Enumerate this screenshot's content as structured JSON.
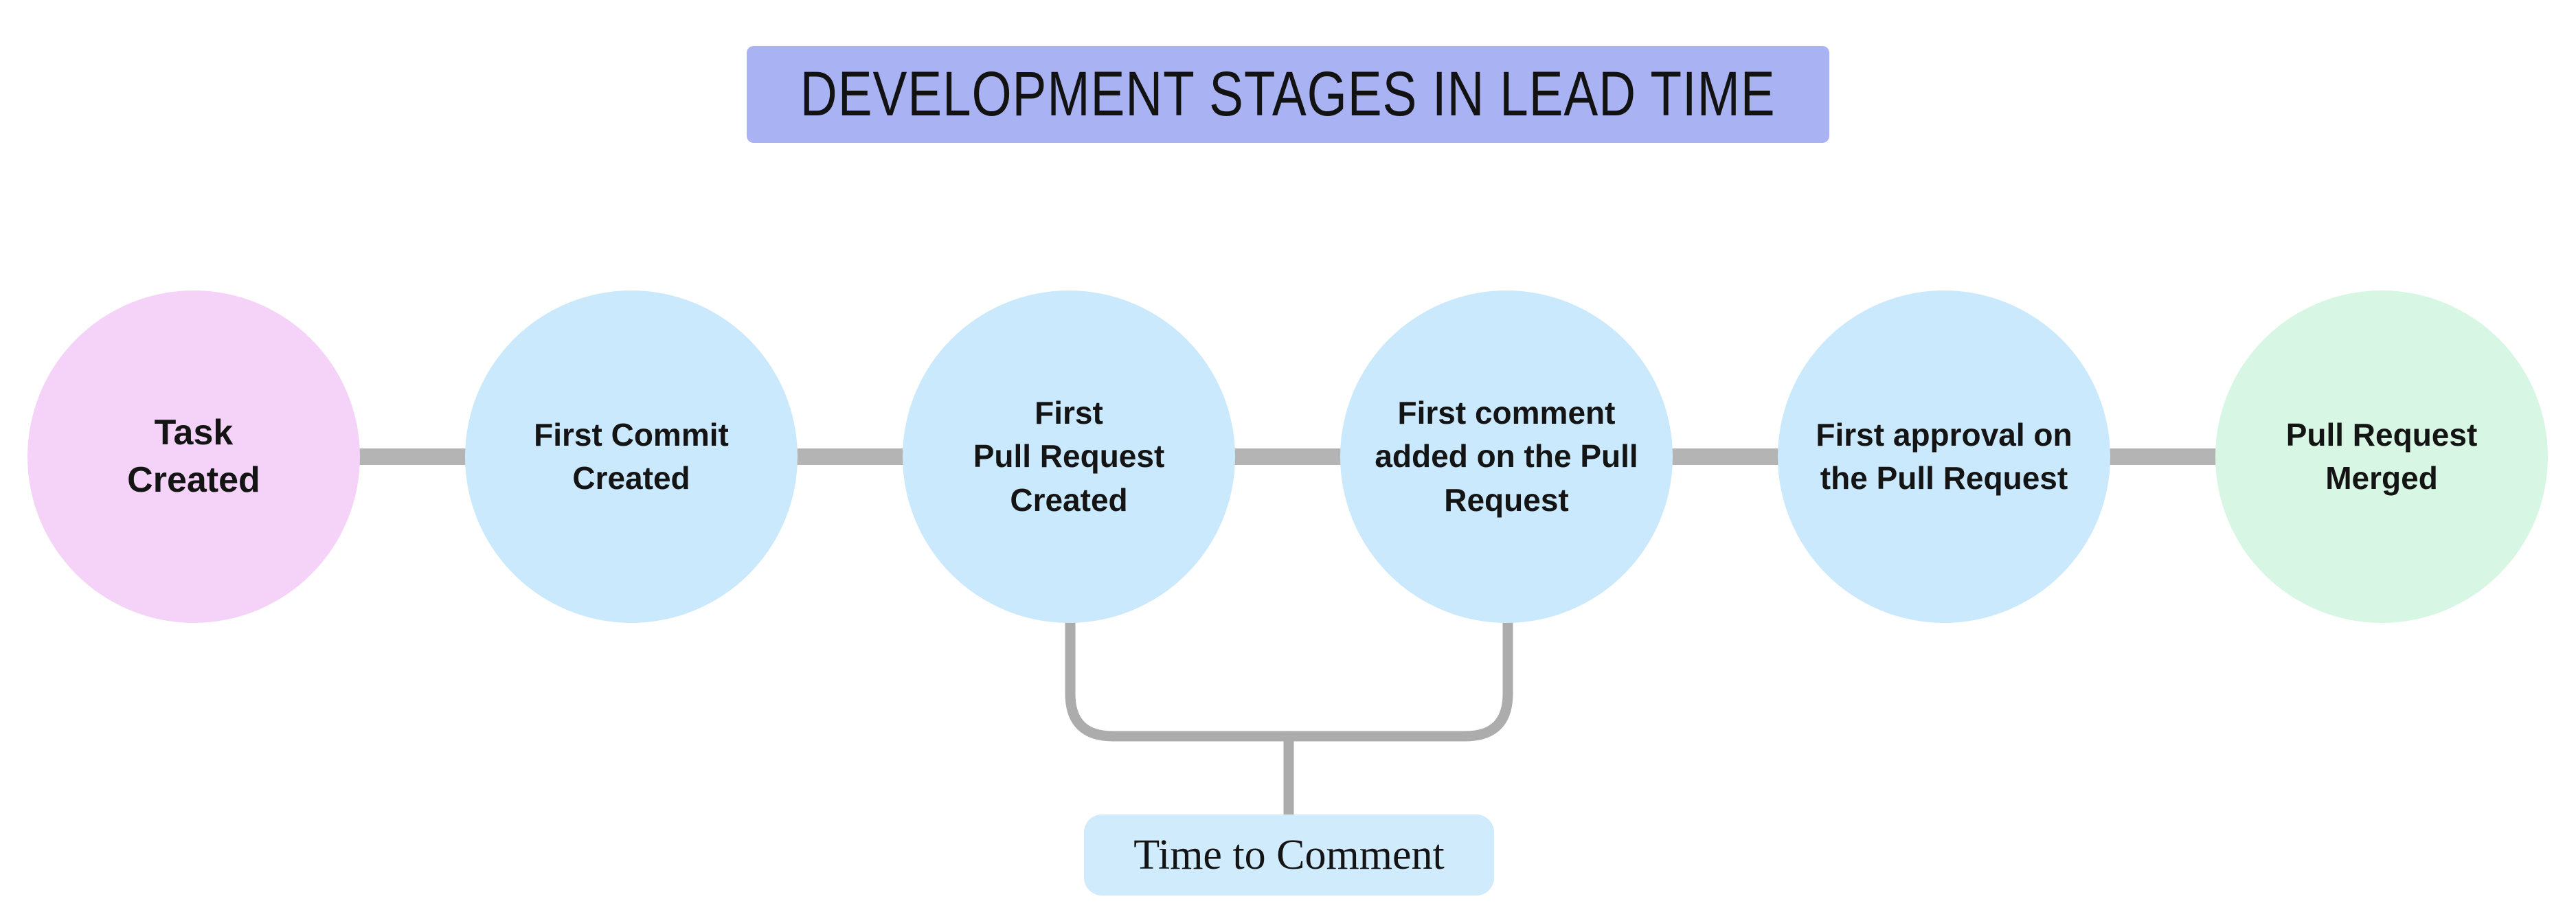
{
  "title": {
    "text": "DEVELOPMENT STAGES IN LEAD TIME",
    "bg_color": "#A9B3F4",
    "text_color": "#121212"
  },
  "stages": [
    {
      "id": "task-created",
      "lines": [
        "Task",
        "Created"
      ],
      "color": "#F5D3F8"
    },
    {
      "id": "first-commit-created",
      "lines": [
        "First Commit",
        "Created"
      ],
      "color": "#CBE9FC"
    },
    {
      "id": "first-pull-request-created",
      "lines": [
        "First",
        "Pull Request",
        "Created"
      ],
      "color": "#CBE9FC"
    },
    {
      "id": "first-comment-added",
      "lines": [
        "First comment",
        "added on the Pull",
        "Request"
      ],
      "color": "#CBE9FC"
    },
    {
      "id": "first-approval",
      "lines": [
        "First approval on",
        "the Pull Request"
      ],
      "color": "#CBE9FC"
    },
    {
      "id": "pull-request-merged",
      "lines": [
        "Pull Request",
        "Merged"
      ],
      "color": "#D7F6E3"
    }
  ],
  "connectors": {
    "color": "#B4B4B4"
  },
  "bracket": {
    "color": "#ACACAC",
    "from_stage": "First Pull Request Created",
    "to_stage": "First comment added on the Pull Request"
  },
  "annotation": {
    "text": "Time to Comment",
    "bg_color": "#CFEBFC",
    "text_color": "#141414"
  }
}
